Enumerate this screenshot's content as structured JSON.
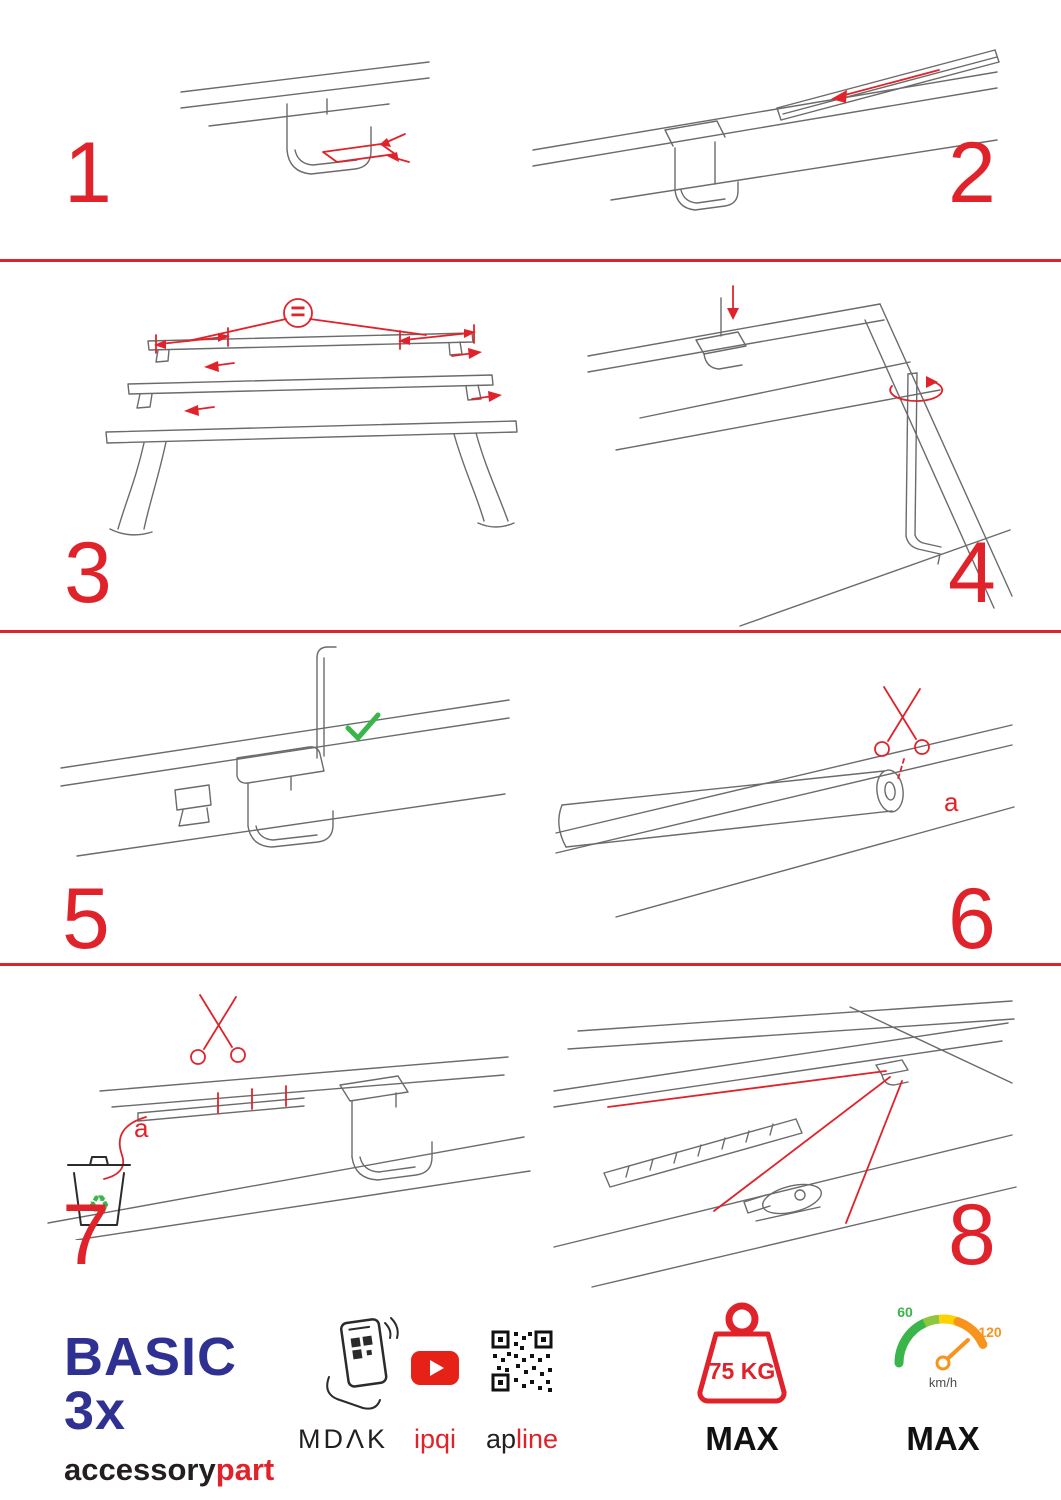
{
  "page": {
    "background": "#ffffff",
    "accent_red": "#e0232b"
  },
  "steps": [
    {
      "number": "1"
    },
    {
      "number": "2"
    },
    {
      "number": "3"
    },
    {
      "number": "4"
    },
    {
      "number": "5"
    },
    {
      "number": "6"
    },
    {
      "number": "7"
    },
    {
      "number": "8"
    }
  ],
  "step3": {
    "equal_symbol": "="
  },
  "step6": {
    "part_label": "a"
  },
  "step7": {
    "part_label": "a"
  },
  "footer": {
    "product_name": "BASIC 3x",
    "brand_black": "accessory",
    "brand_red": "part",
    "partner1": "MDΛK",
    "partner2": "ipqi",
    "partner3_black": "ap",
    "partner3_red": "line",
    "weight_value": "75 KG",
    "weight_max_label": "MAX",
    "speed_tick_low": "60",
    "speed_tick_high": "120",
    "speed_unit": "km/h",
    "speed_max_label": "MAX"
  }
}
